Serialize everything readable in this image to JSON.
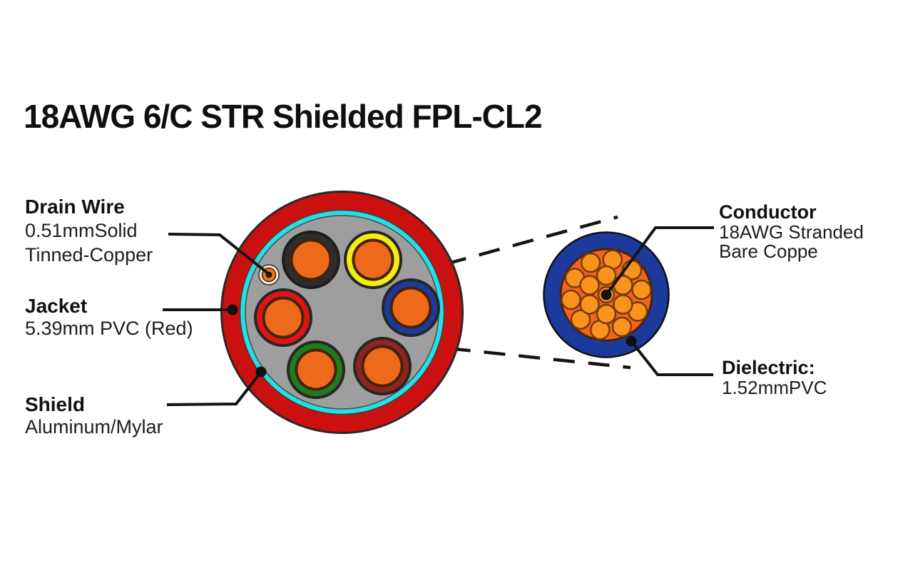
{
  "title": "18AWG 6/C STR Shielded FPL-CL2",
  "labels": {
    "drain_wire": {
      "heading": "Drain Wire",
      "line1": "0.51mmSolid",
      "line2": "Tinned-Copper"
    },
    "jacket": {
      "heading": "Jacket",
      "line1": "5.39mm PVC (Red)"
    },
    "shield": {
      "heading": "Shield",
      "line1": "Aluminum/Mylar"
    },
    "conductor": {
      "heading": "Conductor",
      "line1": "18AWG Stranded",
      "line2": "Bare Coppe"
    },
    "dielectric": {
      "heading": "Dielectric:",
      "line1": "1.52mmPVC"
    }
  },
  "colors": {
    "jacket_red": "#cb1010",
    "shield_cyan": "#25dfe4",
    "filler_gray": "#9e9e9e",
    "insulation_black": "#2d2d2d",
    "insulation_yellow": "#f4ec11",
    "insulation_blue": "#1b3a9c",
    "insulation_red": "#dd1515",
    "insulation_green": "#1e7c1a",
    "insulation_maroon": "#8d2621",
    "conductor_core_orange": "#ee6a1b",
    "dielectric_blue": "#1c3a9b",
    "magnified_copper_orange": "#f0641f",
    "strand_orange": "#f8941e",
    "drain_orange": "#ef7a15",
    "leader_line_black": "#141414",
    "background": "#ffffff"
  }
}
